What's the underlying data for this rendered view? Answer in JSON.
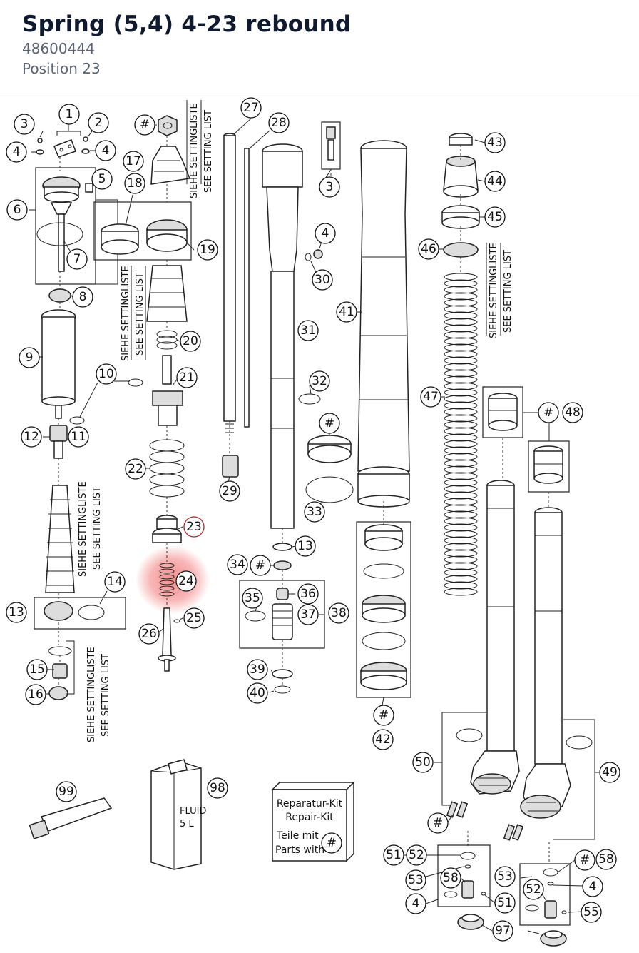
{
  "header": {
    "title": "Spring (5,4) 4-23 rebound",
    "part_number": "48600444",
    "position": "Position 23"
  },
  "highlight": {
    "label": "23",
    "color": "#f27a7a"
  },
  "setting_list": {
    "de": "SIEHE SETTINGLISTE",
    "en": "SEE SETTING LIST"
  },
  "repair_kit": {
    "line1": "Reparatur-Kit",
    "line2": "Repair-Kit",
    "line3": "Teile mit",
    "line4": "Parts with",
    "symbol": "#"
  },
  "can_text": {
    "brand": "FLUID",
    "volume": "5 L"
  },
  "callouts": [
    "1",
    "2",
    "3",
    "4",
    "4",
    "5",
    "6",
    "7",
    "8",
    "9",
    "10",
    "11",
    "12",
    "13",
    "14",
    "15",
    "16",
    "#",
    "17",
    "18",
    "19",
    "20",
    "21",
    "22",
    "23",
    "24",
    "25",
    "26",
    "27",
    "28",
    "29",
    "3",
    "4",
    "30",
    "31",
    "32",
    "#",
    "33",
    "13",
    "34",
    "#",
    "35",
    "36",
    "37",
    "38",
    "39",
    "40",
    "41",
    "#",
    "42",
    "43",
    "44",
    "45",
    "46",
    "47",
    "#",
    "48",
    "49",
    "50",
    "#",
    "51",
    "52",
    "53",
    "58",
    "4",
    "51",
    "#",
    "58",
    "53",
    "52",
    "4",
    "55",
    "97",
    "98",
    "99"
  ]
}
